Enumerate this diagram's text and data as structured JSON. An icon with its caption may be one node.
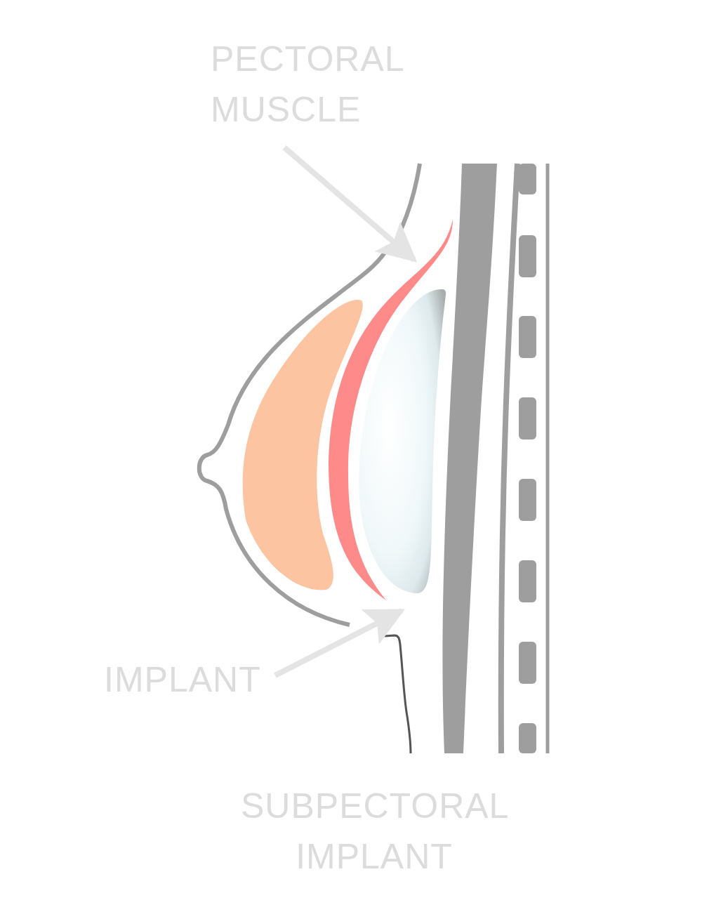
{
  "diagram": {
    "caption": "SUBPECTORAL IMPLANT",
    "nodes": [
      {
        "text": [
          "PECTORAL MUSCLE"
        ]
      },
      {
        "text": [],
        "shape": "picture"
      },
      {
        "text": [
          "IMPLANT"
        ]
      },
      {
        "text": [],
        "shape": "picture"
      }
    ],
    "edges": [
      {
        "from": 0,
        "to": 1,
        "arrow": "to"
      },
      {
        "from": 2,
        "to": 3,
        "arrow": "to"
      }
    ]
  }
}
